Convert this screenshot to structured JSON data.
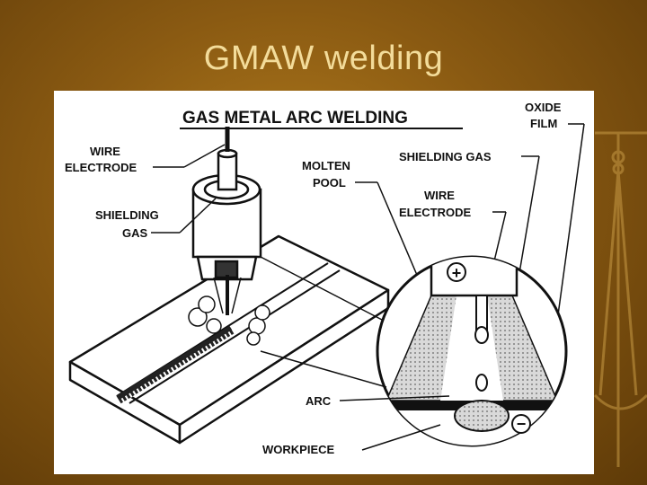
{
  "slide": {
    "title": "GMAW welding"
  },
  "figure": {
    "heading": "GAS METAL ARC WELDING",
    "labels": {
      "wire": "WIRE",
      "electrode": "ELECTRODE",
      "shielding": "SHIELDING",
      "gas": "GAS",
      "molten": "MOLTEN",
      "pool": "POOL",
      "shielding_gas": "SHIELDING GAS",
      "oxide": "OXIDE",
      "film": "FILM",
      "wire2": "WIRE",
      "electrode2": "ELECTRODE",
      "arc": "ARC",
      "workpiece": "WORKPIECE",
      "plus": "+",
      "minus": "−"
    }
  },
  "colors": {
    "background": "#8a5a12",
    "title": "#f3dc9a",
    "ink": "#111111"
  }
}
